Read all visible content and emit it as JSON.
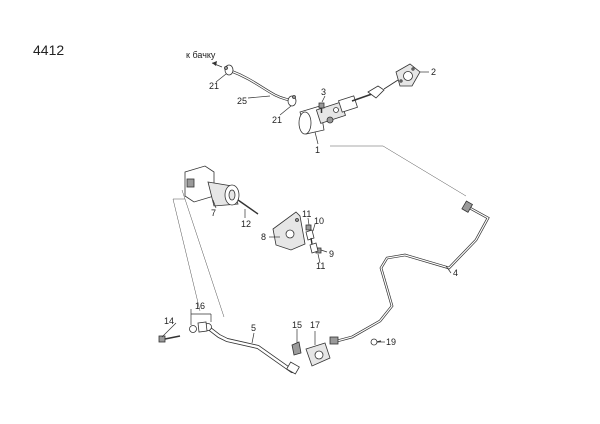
{
  "diagram": {
    "title": "4412",
    "reservoir_note": "к бачку",
    "labels": {
      "p1": "1",
      "p2": "2",
      "p3": "3",
      "p4": "4",
      "p5": "5",
      "p7": "7",
      "p8": "8",
      "p9": "9",
      "p10": "10",
      "p11a": "11",
      "p11b": "11",
      "p12": "12",
      "p14": "14",
      "p15": "15",
      "p16": "16",
      "p17": "17",
      "p19": "19",
      "p21a": "21",
      "p21b": "21",
      "p25": "25"
    }
  }
}
